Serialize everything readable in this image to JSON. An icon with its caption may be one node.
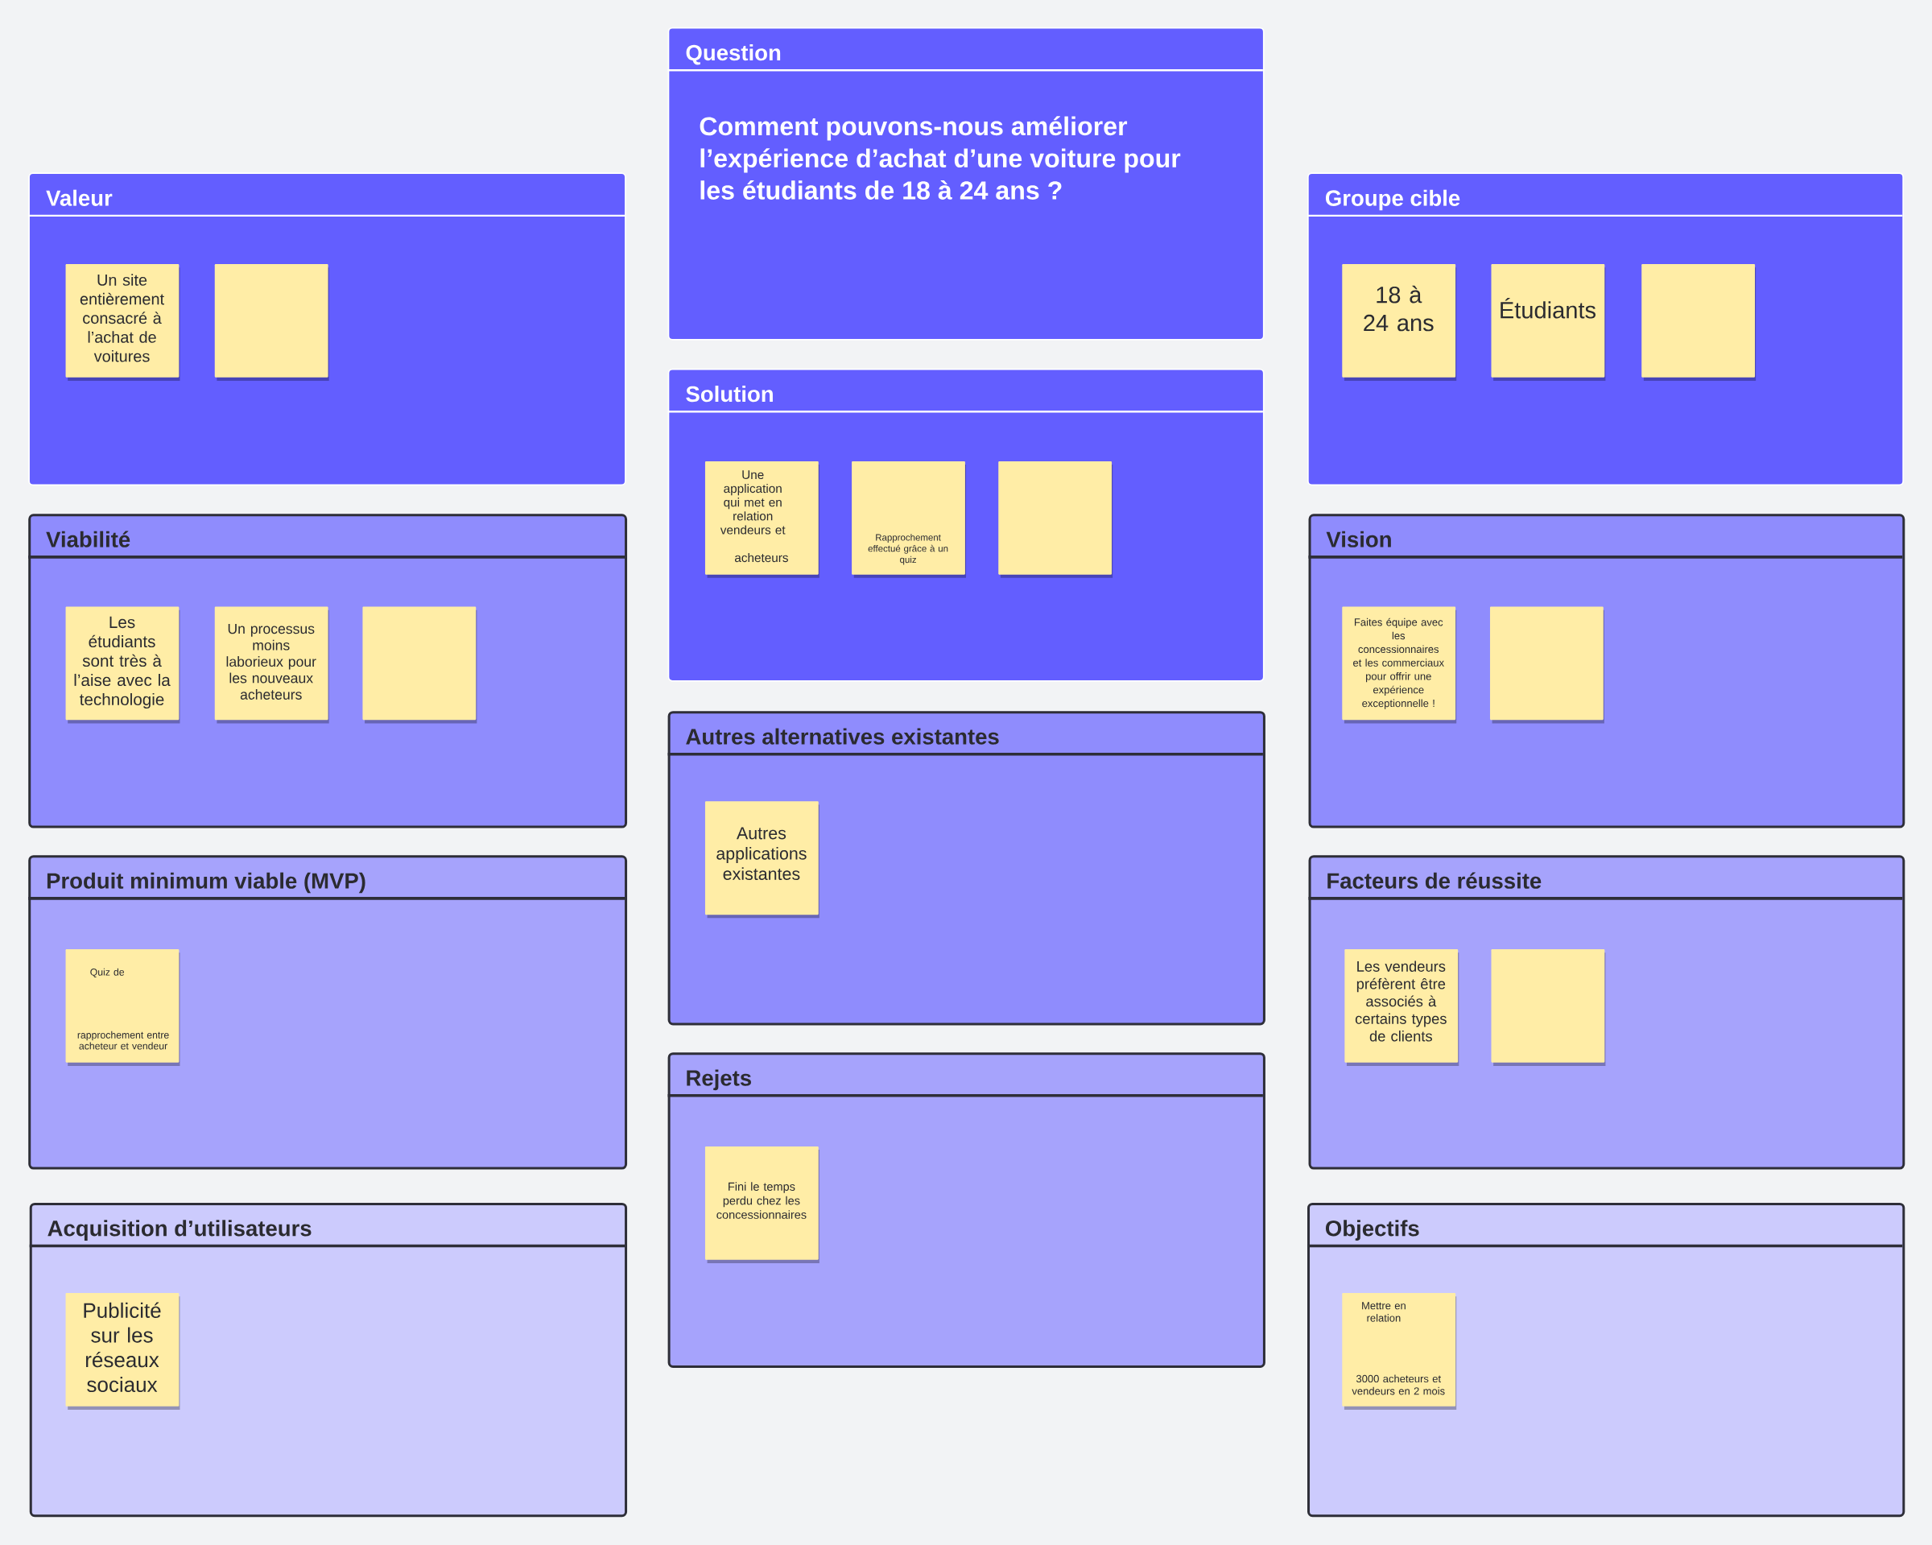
{
  "diagram": {
    "nodes": [
      {
        "text": [
          "Valeur"
        ]
      },
      {
        "text": [
          "Un site entièrement consacré à l’achat de voitures"
        ],
        "in": 0
      },
      {
        "text": [],
        "shape": "box",
        "in": 0
      },
      {
        "text": [
          "Viabilité"
        ]
      },
      {
        "text": [
          "Les étudiants sont très à l’aise avec la technologie"
        ],
        "in": 3
      },
      {
        "text": [
          "Un processus moins laborieux pour les nouveaux acheteurs"
        ],
        "in": 3
      },
      {
        "text": [],
        "shape": "box",
        "in": 3
      },
      {
        "text": [
          "Produit minimum viable (MVP)"
        ]
      },
      {
        "text": [
          "Quiz de",
          "rapprochement entre acheteur et vendeur"
        ],
        "in": 7
      },
      {
        "text": [
          "Acquisition d’utilisateurs"
        ]
      },
      {
        "text": [
          "Publicité sur les réseaux sociaux"
        ],
        "in": 9
      },
      {
        "text": [
          "Question",
          "Comment pouvons-nous améliorer l’expérience d’achat d’une voiture pour les étudiants de 18 à 24 ans ?"
        ]
      },
      {
        "text": [
          "Solution"
        ]
      },
      {
        "text": [
          "Une application qui met en relation vendeurs et",
          "acheteurs"
        ],
        "in": 12
      },
      {
        "text": [
          "Rapprochement effectué grâce à un quiz"
        ],
        "in": 12
      },
      {
        "text": [],
        "shape": "box",
        "in": 12
      },
      {
        "text": [
          "Autres alternatives existantes"
        ]
      },
      {
        "text": [
          "Autres applications existantes"
        ],
        "in": 16
      },
      {
        "text": [
          "Rejets"
        ]
      },
      {
        "text": [
          "Fini le temps perdu chez les concessionnaires"
        ],
        "in": 18
      },
      {
        "text": [
          "Groupe cible"
        ]
      },
      {
        "text": [
          "18 à 24 ans"
        ],
        "in": 20
      },
      {
        "text": [
          "Étudiants"
        ],
        "in": 20
      },
      {
        "text": [],
        "shape": "box",
        "in": 20
      },
      {
        "text": [
          "Vision"
        ]
      },
      {
        "text": [
          "Faites équipe avec les concessionnaires et les commerciaux pour offrir une expérience exceptionnelle !"
        ],
        "in": 24
      },
      {
        "text": [],
        "shape": "box",
        "in": 24
      },
      {
        "text": [
          "Facteurs de réussite"
        ]
      },
      {
        "text": [
          "Les vendeurs préfèrent être associés à certains types de clients"
        ],
        "in": 27
      },
      {
        "text": [],
        "shape": "box",
        "in": 27
      },
      {
        "text": [
          "Objectifs"
        ]
      },
      {
        "text": [
          "Mettre en relation",
          "3000 acheteurs et vendeurs en 2 mois"
        ],
        "in": 30
      }
    ]
  }
}
